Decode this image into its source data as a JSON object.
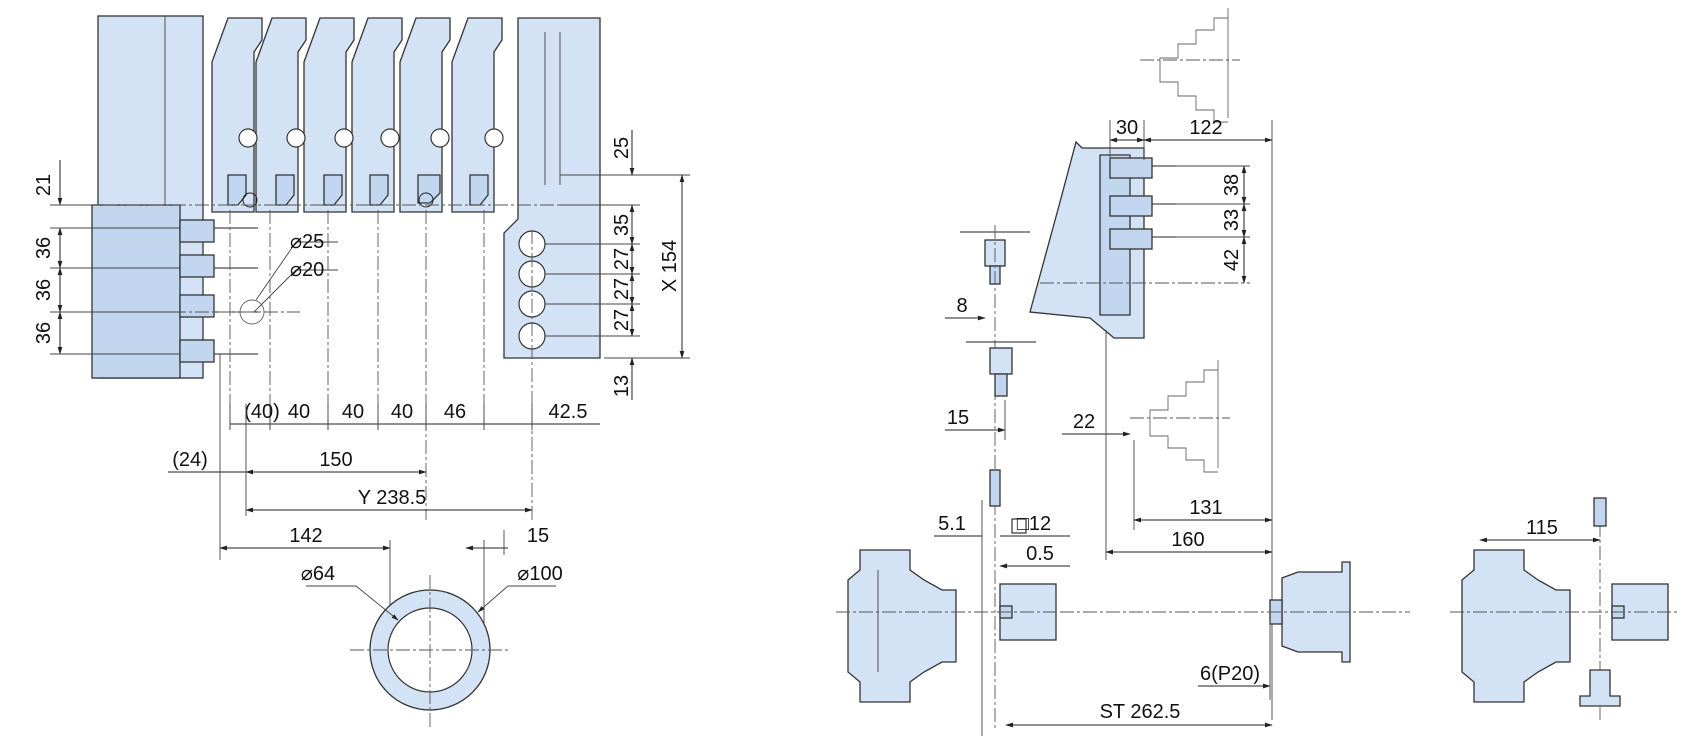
{
  "palette": {
    "body_fill": "#d4e2f5",
    "body_fill_dark": "#c2d6f0",
    "line": "#222222",
    "background": "#ffffff"
  },
  "left_view": {
    "vertical_dims": [
      "21",
      "36",
      "36",
      "36"
    ],
    "right_dims": [
      "25",
      "35",
      "27",
      "27",
      "27",
      "13"
    ],
    "stroke_label": "X 154",
    "hole_dims": [
      "⌀25",
      "⌀20"
    ],
    "pitch_dims": [
      "(40)",
      "40",
      "40",
      "40",
      "46",
      "42.5"
    ],
    "offset_dim": "(24)",
    "span_dim": "150",
    "y_stroke": "Y 238.5",
    "spindle_dims": [
      "142",
      "15"
    ],
    "ring_dims": [
      "⌀64",
      "⌀100"
    ]
  },
  "right_view": {
    "top_dims": [
      "30",
      "122"
    ],
    "side_dims": [
      "38",
      "33",
      "42"
    ],
    "tool_dims": [
      "8",
      "15",
      "22"
    ],
    "mid_dims": [
      "131",
      "160"
    ],
    "small_dims": [
      "5.1",
      "□12",
      "0.5"
    ],
    "tail_dim": "6(P20)",
    "stroke_dim": "ST 262.5",
    "offset_dim": "115"
  }
}
